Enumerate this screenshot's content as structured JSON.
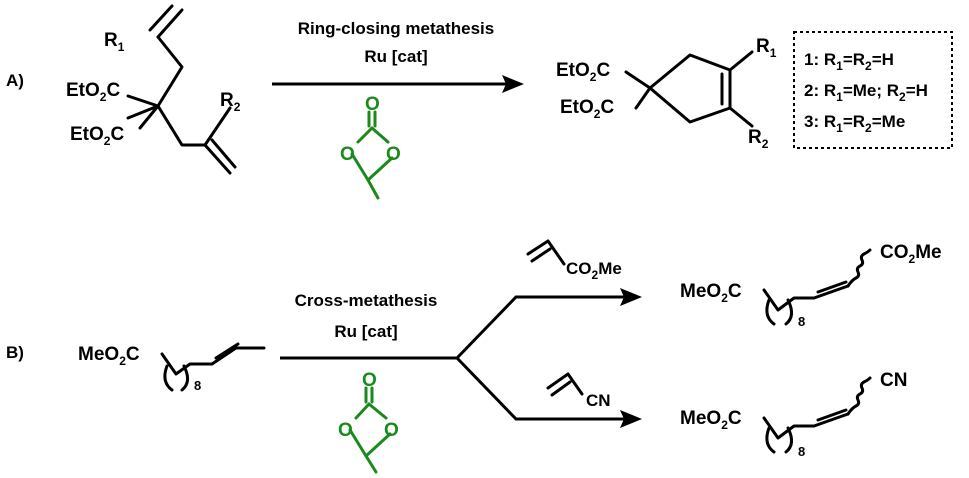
{
  "panels": {
    "a": {
      "label": "A)",
      "reaction_title": "Ring-closing metathesis",
      "catalyst": "Ru [cat]",
      "reactant": {
        "r1": "R",
        "r1_sub": "1",
        "r2": "R",
        "r2_sub": "2",
        "ester": "EtO",
        "ester_sub": "2",
        "ester_end": "C"
      },
      "product": {
        "r1": "R",
        "r1_sub": "1",
        "r2": "R",
        "r2_sub": "2",
        "ester": "EtO",
        "ester_sub": "2",
        "ester_end": "C"
      },
      "legend": [
        {
          "num": "1:",
          "text": "R",
          "s1": "1",
          "mid": "=R",
          "s2": "2",
          "end": "=H"
        },
        {
          "num": "2:",
          "text": "R",
          "s1": "1",
          "mid": "=Me; R",
          "s2": "2",
          "end": "=H"
        },
        {
          "num": "3:",
          "text": "R",
          "s1": "1",
          "mid": "=R",
          "s2": "2",
          "end": "=Me"
        }
      ]
    },
    "b": {
      "label": "B)",
      "reaction_title": "Cross-metathesis",
      "catalyst": "Ru [cat]",
      "reactant": {
        "ester": "MeO",
        "ester_sub": "2",
        "ester_end": "C",
        "n": "8"
      },
      "reagent_top": {
        "group": "CO",
        "group_sub": "2",
        "group_end": "Me"
      },
      "reagent_bottom": {
        "group": "CN"
      },
      "product_top": {
        "ester": "MeO",
        "ester_sub": "2",
        "ester_end": "C",
        "n": "8",
        "group": "CO",
        "group_sub": "2",
        "group_end": "Me"
      },
      "product_bottom": {
        "ester": "MeO",
        "ester_sub": "2",
        "ester_end": "C",
        "n": "8",
        "group": "CN"
      }
    },
    "solvent_atoms": {
      "o": "O"
    }
  }
}
